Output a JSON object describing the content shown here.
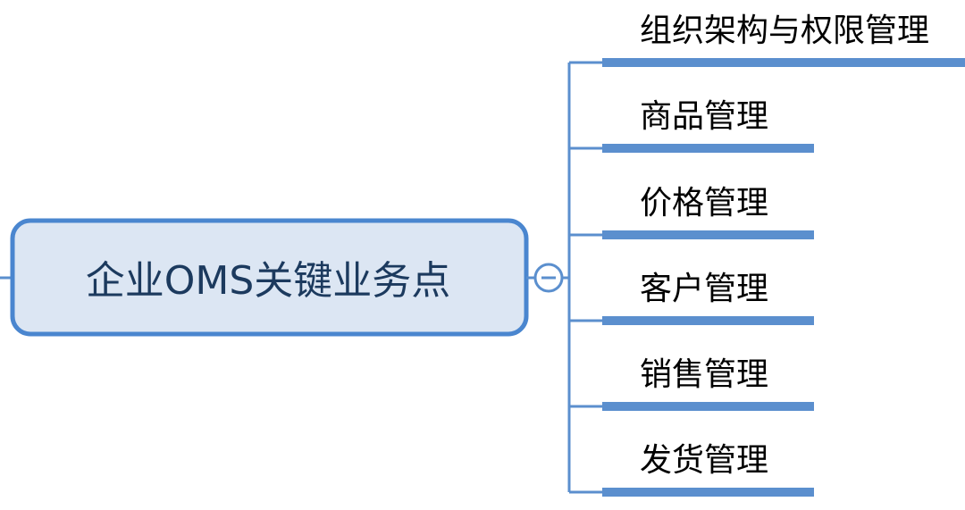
{
  "root": {
    "label": "企业OMS关键业务点"
  },
  "branches": [
    {
      "label": "组织架构与权限管理"
    },
    {
      "label": "商品管理"
    },
    {
      "label": "价格管理"
    },
    {
      "label": "客户管理"
    },
    {
      "label": "销售管理"
    },
    {
      "label": "发货管理"
    }
  ],
  "colors": {
    "line": "#5b8fce",
    "root_fill": "#dce6f3",
    "root_border": "#4a86cf",
    "root_text": "#1c3a5e",
    "branch_text": "#000000"
  }
}
